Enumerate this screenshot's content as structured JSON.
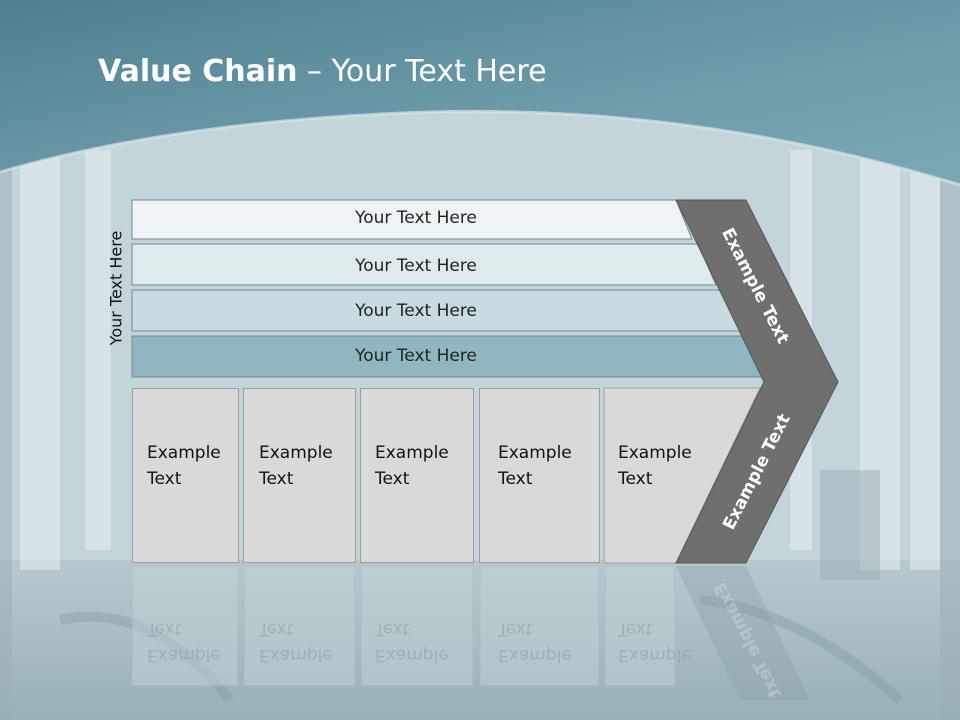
{
  "title": {
    "bold": "Value Chain",
    "rest": " – Your Text Here"
  },
  "side_label": "Your Text Here",
  "rows": [
    {
      "label": "Your Text Here",
      "color": "#eef4f5"
    },
    {
      "label": "Your Text Here",
      "color": "#dfeaed"
    },
    {
      "label": "Your Text Here",
      "color": "#c7dbe0"
    },
    {
      "label": "Your Text Here",
      "color": "#8fb6c1"
    }
  ],
  "cards": [
    {
      "line1": "Example",
      "line2": "Text"
    },
    {
      "line1": "Example",
      "line2": "Text"
    },
    {
      "line1": "Example",
      "line2": "Text"
    },
    {
      "line1": "Example",
      "line2": "Text"
    },
    {
      "line1": "Example",
      "line2": "Text"
    }
  ],
  "chevron_top_label": "Example Text",
  "chevron_bottom_label": "Example Text",
  "colors": {
    "header": "#5e8e9d",
    "chevron": "#6f6f6f",
    "card": "#d9d9d9"
  }
}
